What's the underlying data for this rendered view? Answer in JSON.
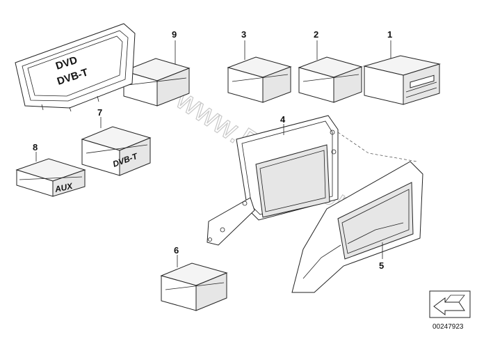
{
  "diagram": {
    "part_numbers": [
      "1",
      "2",
      "3",
      "4",
      "5",
      "6",
      "7",
      "8",
      "9"
    ],
    "box_labels": {
      "dvb_t": "DVB-T",
      "aux": "AUX"
    },
    "screen_labels": {
      "line1": "DVD",
      "line2": "DVB-T"
    },
    "watermark": "www.BMWstore.pl",
    "document_number": "00247923"
  }
}
